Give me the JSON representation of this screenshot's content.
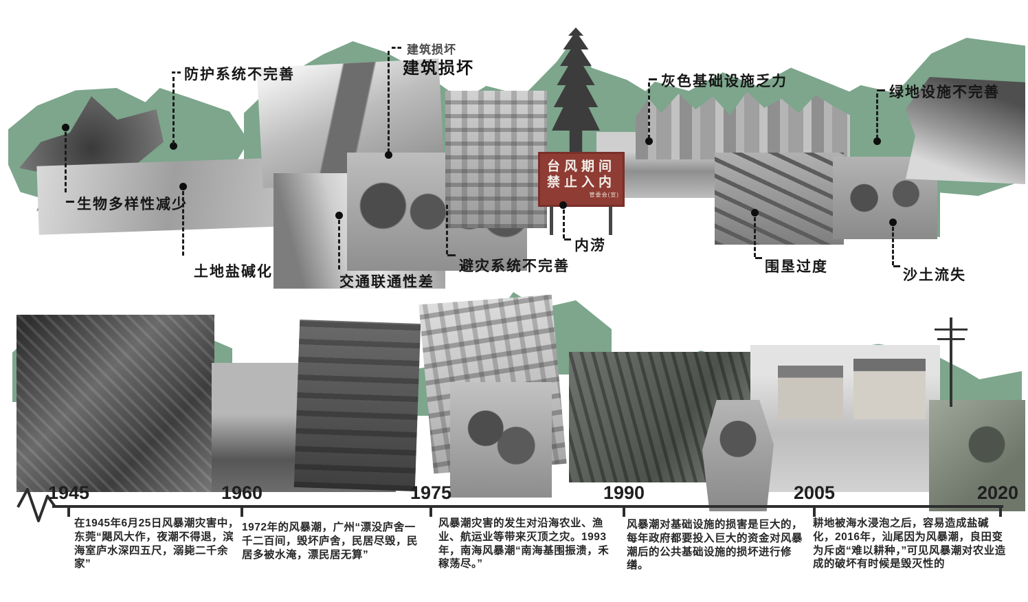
{
  "colors": {
    "accent_green": "#7da68c",
    "sign_red": "#8f3c34",
    "ink": "#1b1b1b"
  },
  "top_band": {
    "callouts": [
      {
        "id": "protection-system",
        "text": "防护系统不完善"
      },
      {
        "id": "building-damage-sub",
        "text": "建筑损坏"
      },
      {
        "id": "building-damage",
        "text": "建筑损坏"
      },
      {
        "id": "gray-infrastructure",
        "text": "灰色基础设施乏力"
      },
      {
        "id": "green-space",
        "text": "绿地设施不完善"
      },
      {
        "id": "biodiversity",
        "text": "生物多样性减少"
      },
      {
        "id": "soil-salinization",
        "text": "土地盐碱化"
      },
      {
        "id": "traffic-connectivity",
        "text": "交通联通性差"
      },
      {
        "id": "evacuation-system",
        "text": "避灾系统不完善"
      },
      {
        "id": "waterlogging",
        "text": "内涝"
      },
      {
        "id": "over-reclamation",
        "text": "围垦过度"
      },
      {
        "id": "sand-loss",
        "text": "沙土流失"
      }
    ],
    "sign": {
      "line1": "台风期间",
      "line2": "禁止入内",
      "footer": "管委会(宣)"
    }
  },
  "timeline": {
    "years": [
      "1945",
      "1960",
      "1975",
      "1990",
      "2005",
      "2020"
    ]
  },
  "paragraphs": [
    "在1945年6月25日风暴潮灾害中，东莞“飓风大作，夜潮不得退，滨海室庐水深四五尺，溺毙二千余家”",
    "1972年的风暴潮，广州“漂没庐舍一千二百间，毁坏庐舍，民居尽毁，民居多被水淹，漂民居无算”",
    "风暴潮灾害的发生对沿海农业、渔业、航运业等带来灭顶之灾。1993年，南海风暴潮“南海基围振溃，禾稼荡尽。”",
    "风暴潮对基础设施的损害是巨大的，每年政府都要投入巨大的资金对风暴潮后的公共基础设施的损坏进行修缮。",
    "耕地被海水浸泡之后，容易造成盐碱化，2016年，汕尾因为风暴潮，良田变为斥卤“难以耕种，”可见风暴潮对农业造成的破坏有时候是毁灭性的"
  ]
}
